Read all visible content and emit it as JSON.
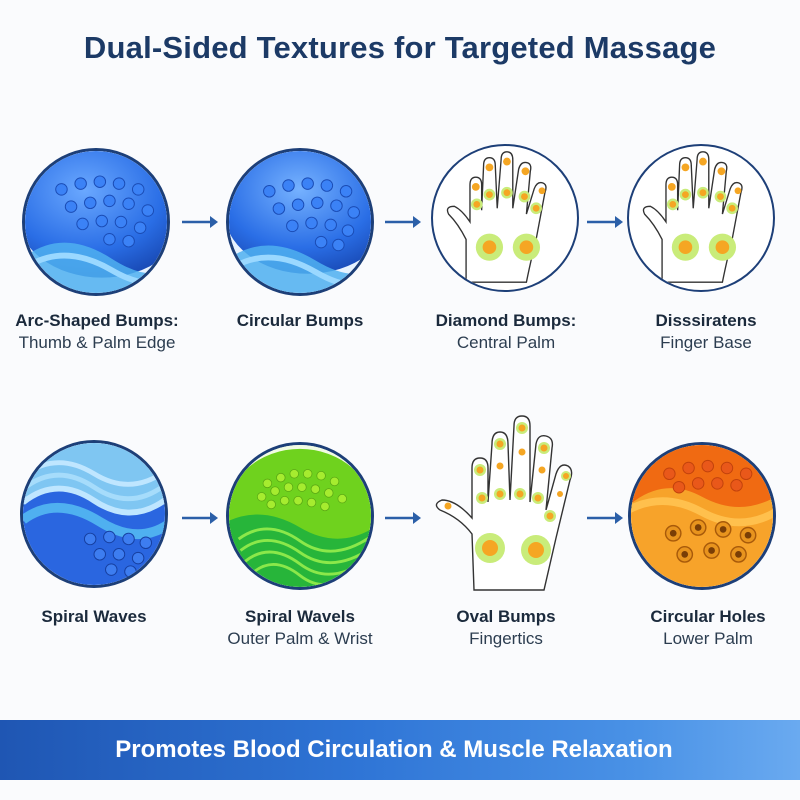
{
  "title": "Dual-Sided Textures for Targeted Massage",
  "row1": [
    {
      "bold": "Arc-Shaped Bumps:",
      "sub": "Thumb & Palm Edge",
      "icon": "blue-bumps-ball-icon"
    },
    {
      "bold": "Circular Bumps",
      "sub": "",
      "icon": "blue-bumps-ball-icon"
    },
    {
      "bold": "Diamond Bumps:",
      "sub": "Central Palm",
      "icon": "hand-map-icon"
    },
    {
      "bold": "Disssiratens",
      "sub": "Finger Base",
      "icon": "hand-map-icon"
    }
  ],
  "row2": [
    {
      "bold": "Spiral Waves",
      "sub": "",
      "icon": "blue-wave-ball-icon"
    },
    {
      "bold": "Spiral Wavels",
      "sub": "Outer Palm & Wrist",
      "icon": "green-wave-ball-icon"
    },
    {
      "bold": "Oval Bumps",
      "sub": "Fingertics",
      "icon": "hand-map-icon"
    },
    {
      "bold": "Circular Holes",
      "sub": "Lower Palm",
      "icon": "orange-holes-ball-icon"
    }
  ],
  "banner": "Promotes Blood Circulation & Muscle Relaxation",
  "colors": {
    "title": "#1c3a66",
    "circle_border": "#1d3f78",
    "arrow": "#2b5fa8",
    "banner_start": "#1f56b3",
    "banner_end": "#6aaaf0",
    "ball_blue": "#2a6ee6",
    "ball_green": "#6fd21e",
    "ball_orange": "#f08a18",
    "zone_orange": "#f5a623",
    "zone_green": "#c9ec7a"
  }
}
